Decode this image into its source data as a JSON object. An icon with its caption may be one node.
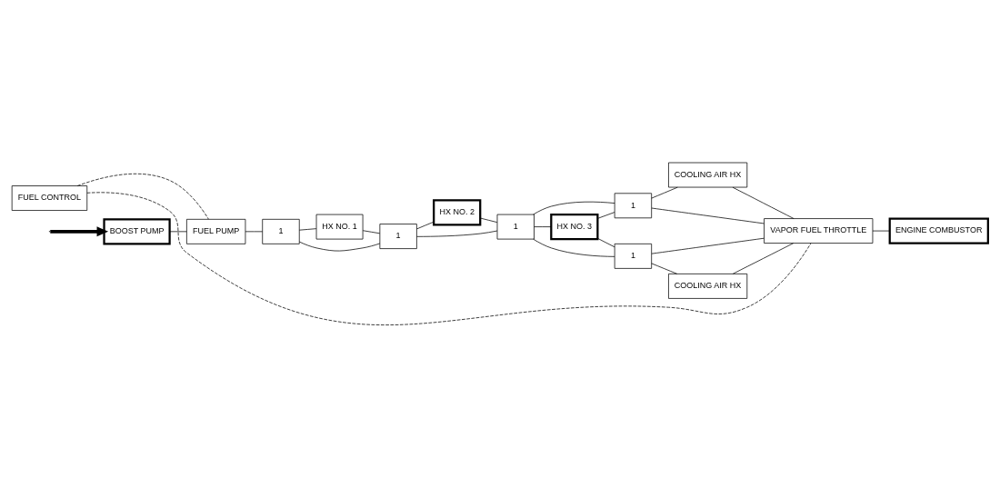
{
  "diagram": {
    "nodes": [
      {
        "text": [
          "FUEL CONTROL"
        ]
      },
      {
        "text": [
          "COOLING AIR HX"
        ]
      },
      {
        "text": [
          "ENGINE COMBUSTOR"
        ]
      },
      {
        "text": [
          "1"
        ]
      },
      {
        "text": [
          "BOOST PUMP"
        ]
      },
      {
        "text": [
          "FUEL PUMP"
        ]
      },
      {
        "text": [
          "1"
        ]
      },
      {
        "text": [
          "HX NO. 1"
        ]
      },
      {
        "text": [
          "1"
        ]
      },
      {
        "text": [
          "HX NO. 2"
        ]
      },
      {
        "text": [
          "1"
        ]
      },
      {
        "text": [
          "HX NO. 3"
        ]
      },
      {
        "text": [
          "VAPOR FUEL THROTTLE"
        ]
      },
      {
        "text": [
          "1"
        ]
      },
      {
        "text": [
          "COOLING AIR HX"
        ]
      }
    ],
    "edges": [
      {
        "from": null,
        "to": 4,
        "arrow": "to",
        "style": "thick"
      },
      {
        "from": 4,
        "to": 5,
        "arrow": "none"
      },
      {
        "from": 5,
        "to": 6,
        "arrow": "none"
      },
      {
        "from": 6,
        "to": 7,
        "arrow": "none"
      },
      {
        "from": 7,
        "to": 8,
        "arrow": "none"
      },
      {
        "from": 6,
        "to": 8,
        "arrow": "none"
      },
      {
        "from": 8,
        "to": 9,
        "arrow": "none"
      },
      {
        "from": 9,
        "to": 10,
        "arrow": "none"
      },
      {
        "from": 8,
        "to": 10,
        "arrow": "none"
      },
      {
        "from": 10,
        "to": 11,
        "arrow": "none"
      },
      {
        "from": 11,
        "to": 3,
        "arrow": "none"
      },
      {
        "from": 11,
        "to": 13,
        "arrow": "none"
      },
      {
        "from": 10,
        "to": 3,
        "arrow": "none"
      },
      {
        "from": 10,
        "to": 13,
        "arrow": "none"
      },
      {
        "from": 3,
        "to": 1,
        "arrow": "none"
      },
      {
        "from": 13,
        "to": 14,
        "arrow": "none"
      },
      {
        "from": 1,
        "to": 12,
        "arrow": "none"
      },
      {
        "from": 3,
        "to": 12,
        "arrow": "none"
      },
      {
        "from": 13,
        "to": 12,
        "arrow": "none"
      },
      {
        "from": 14,
        "to": 12,
        "arrow": "none"
      },
      {
        "from": 12,
        "to": 2,
        "arrow": "none"
      },
      {
        "from": 0,
        "to": 5,
        "arrow": "none",
        "style": "dashed"
      },
      {
        "from": 0,
        "to": 12,
        "arrow": "none",
        "style": "dashed"
      }
    ]
  }
}
